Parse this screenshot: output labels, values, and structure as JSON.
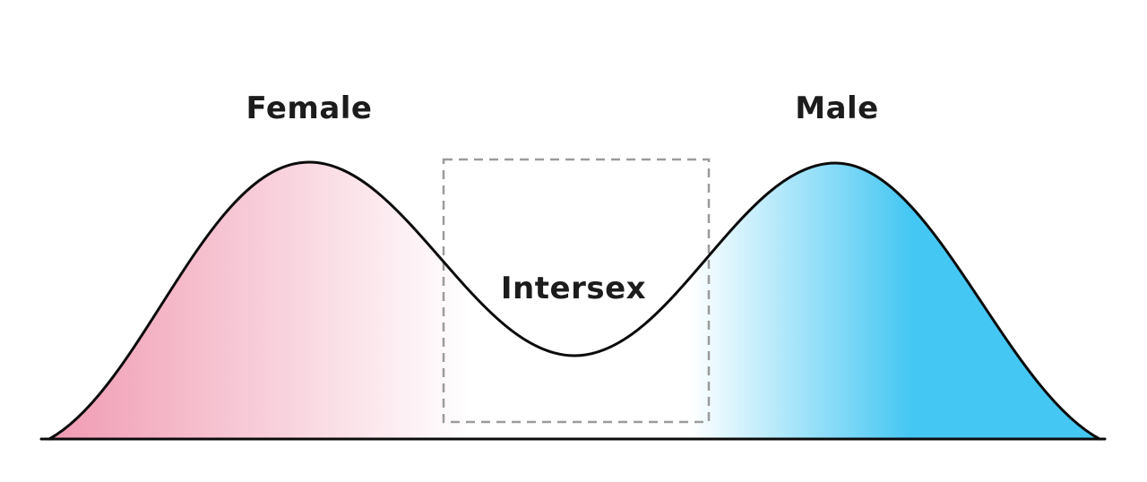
{
  "diagram": {
    "type": "bimodal-distribution",
    "labels": {
      "female": "Female",
      "male": "Male",
      "intersex": "Intersex"
    },
    "colors": {
      "female_fill": "#F09AB2",
      "male_fill": "#45C7F3",
      "blend_white": "#FFFFFF",
      "curve_stroke": "#0B0B0B",
      "box_stroke": "#9B9B9B",
      "text": "#1C1C1C"
    }
  }
}
